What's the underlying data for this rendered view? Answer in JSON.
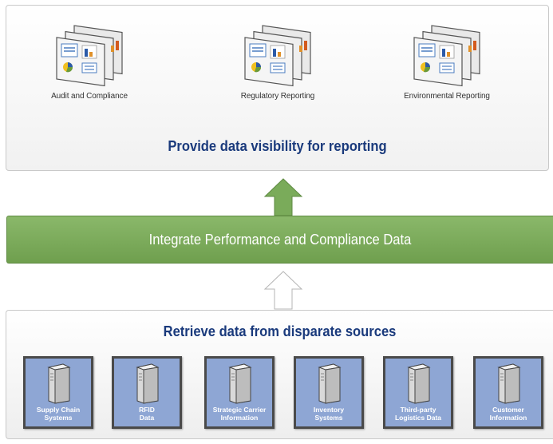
{
  "reporting": {
    "items": [
      {
        "label": "Audit and Compliance",
        "icon": "report-documents-icon"
      },
      {
        "label": "Regulatory Reporting",
        "icon": "report-documents-icon"
      },
      {
        "label": "Environmental Reporting",
        "icon": "report-documents-icon"
      }
    ],
    "title": "Provide data visibility for reporting"
  },
  "integration": {
    "title": "Integrate Performance and Compliance Data"
  },
  "sources": {
    "title": "Retrieve data from disparate sources",
    "items": [
      {
        "label": "Supply Chain\nSystems",
        "icon": "server-icon"
      },
      {
        "label": "RFID\nData",
        "icon": "server-icon"
      },
      {
        "label": "Strategic Carrier\nInformation",
        "icon": "server-icon"
      },
      {
        "label": "Inventory\nSystems",
        "icon": "server-icon"
      },
      {
        "label": "Third-party\nLogistics Data",
        "icon": "server-icon"
      },
      {
        "label": "Customer\nInformation",
        "icon": "server-icon"
      }
    ]
  },
  "colors": {
    "title_blue": "#1a3a7c",
    "band_green": "#7aab5a",
    "source_blue": "#8ea6d4"
  }
}
